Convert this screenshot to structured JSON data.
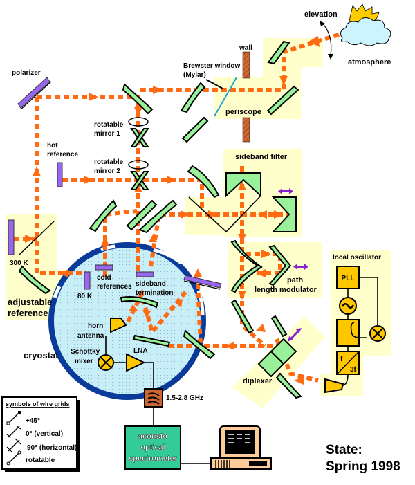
{
  "title": "Receiver optics and signal chain diagram",
  "labels": {
    "elevation": "elevation",
    "atmosphere": "atmosphere",
    "wall": "wall",
    "brewster_window_1": "Brewster window",
    "brewster_window_2": "(Mylar)",
    "periscope": "periscope",
    "polarizer": "polarizer",
    "rotatable_mirror_1_a": "rotatable",
    "rotatable_mirror_1_b": "mirror 1",
    "rotatable_mirror_2_a": "rotatable",
    "rotatable_mirror_2_b": "mirror 2",
    "hot_reference_a": "hot",
    "hot_reference_b": "reference",
    "sideband_filter": "sideband filter",
    "temp_300k": "300 K",
    "temp_80k": "80 K",
    "adjustable_reference_a": "adjustable",
    "adjustable_reference_b": "reference",
    "cold_references_a": "cold",
    "cold_references_b": "references",
    "sideband_termination_a": "sideband",
    "sideband_termination_b": "termination",
    "horn_antenna_a": "horn",
    "horn_antenna_b": "antenna",
    "schottky_mixer_a": "Schottky",
    "schottky_mixer_b": "mixer",
    "lna": "LNA",
    "cryostat": "cryostat",
    "path_length_modulator_a": "path",
    "path_length_modulator_b": "length modulator",
    "local_oscillator": "local oscillator",
    "pll": "PLL",
    "multiplier_f": "f",
    "multiplier_3f": "3f",
    "diplexer": "diplexer",
    "if_band": "1.5-2.8 GHz",
    "aos_a": "acousto",
    "aos_b": "optical",
    "aos_c": "spectrometer",
    "state_a": "State:",
    "state_b": "Spring 1998"
  },
  "legend": {
    "title": "symbols of wire grids",
    "items": [
      {
        "symbol": "plus-45",
        "label": "+45°"
      },
      {
        "symbol": "vertical",
        "label": "0° (vertical)"
      },
      {
        "symbol": "horizontal",
        "label": "90° (horizontal)"
      },
      {
        "symbol": "rotatable",
        "label": "rotatable"
      }
    ]
  },
  "colors": {
    "beam": "#ff6a13",
    "mirror": "#99f299",
    "zone": "#ffffcc",
    "component": "#ffc700",
    "cryostat_ring": "#0a3a9a",
    "cryostat_fill": "#c8eef8",
    "aos": "#33cc99",
    "filter": "#cc6633",
    "wall": "#cc6633",
    "grid": "#9966ee"
  }
}
